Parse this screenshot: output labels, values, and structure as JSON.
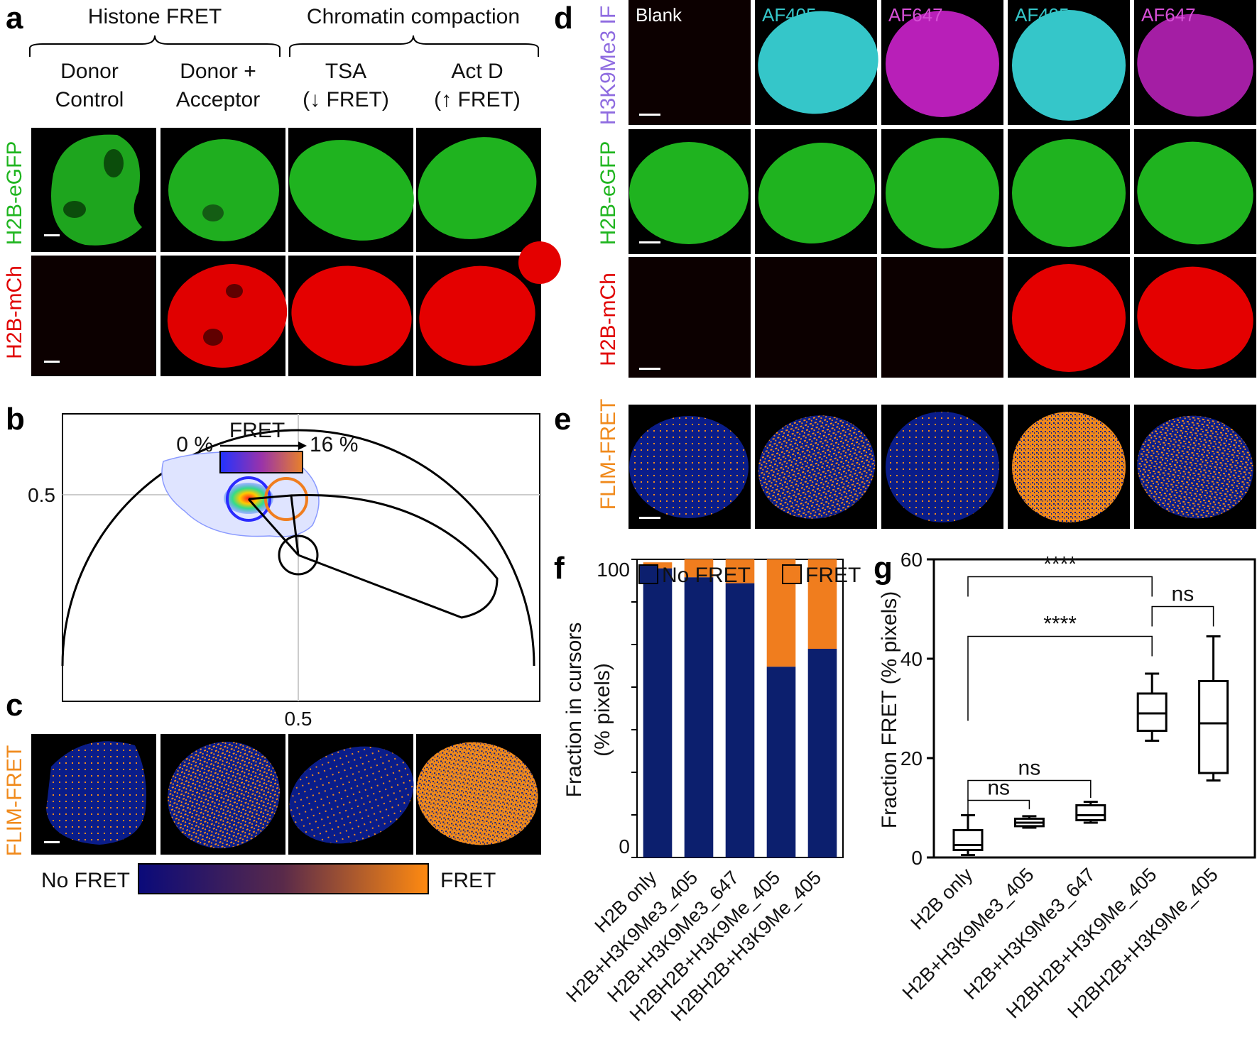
{
  "panels": {
    "a": "a",
    "b": "b",
    "c": "c",
    "d": "d",
    "e": "e",
    "f": "f",
    "g": "g"
  },
  "colors": {
    "green": "#1fb51f",
    "red": "#e00000",
    "cyan": "#35c6c9",
    "magenta": "#b81fb8",
    "purple": "#8e6be0",
    "orange": "#f07d1e",
    "navy": "#0c1f6e",
    "blank": "#0c0000"
  },
  "panel_a": {
    "groups": [
      "Histone FRET",
      "Chromatin compaction"
    ],
    "columns": [
      [
        "Donor",
        "Control"
      ],
      [
        "Donor +",
        "Acceptor"
      ],
      [
        "TSA",
        "(↓ FRET)"
      ],
      [
        "Act D",
        "(↑ FRET)"
      ]
    ],
    "rows": [
      "H2B-eGFP",
      "H2B-mCh"
    ]
  },
  "panel_b": {
    "colorbar_title": "FRET",
    "colorbar_min": "0 %",
    "colorbar_max": "16 %",
    "y_tick": "0.5",
    "x_tick": "0.5"
  },
  "panel_c": {
    "row_label": "FLIM-FRET",
    "legend_left": "No FRET",
    "legend_right": "FRET"
  },
  "panel_d": {
    "row_label": "H3K9Me3 IF",
    "col_labels": [
      "Blank",
      "AF405",
      "AF647",
      "AF405",
      "AF647"
    ],
    "rows": [
      "H2B-eGFP",
      "H2B-mCh"
    ]
  },
  "panel_e": {
    "row_label": "FLIM-FRET"
  },
  "chart_data": [
    {
      "type": "bar",
      "stacked": true,
      "ylabel": "Fraction in cursors (% pixels)",
      "ylabel_lines": [
        "Fraction in cursors",
        "(% pixels)"
      ],
      "ylim": [
        0,
        100
      ],
      "yticks": [
        "0",
        "100"
      ],
      "categories": [
        "H2B only",
        "H2B+H3K9Me3_405",
        "H2B+H3K9Me3_647",
        "H2BH2B+H3K9Me_405",
        "H2BH2B+H3K9Me_405"
      ],
      "series": [
        {
          "name": "No FRET",
          "values": [
            97,
            94,
            92,
            64,
            70
          ]
        },
        {
          "name": "FRET",
          "values": [
            2,
            6,
            8,
            36,
            30
          ]
        }
      ],
      "legend": "top"
    },
    {
      "type": "box",
      "ylabel": "Fraction FRET (% pixels)",
      "ylim": [
        0,
        60
      ],
      "yticks": [
        "0",
        "20",
        "40",
        "60"
      ],
      "categories": [
        "H2B only",
        "H2B+H3K9Me3_405",
        "H2B+H3K9Me3_647",
        "H2BH2B+H3K9Me_405",
        "H2BH2B+H3K9Me_405"
      ],
      "boxes": [
        {
          "min": 0.5,
          "q1": 1.5,
          "median": 2.5,
          "q3": 5.5,
          "max": 8.5
        },
        {
          "min": 6,
          "q1": 6.3,
          "median": 7,
          "q3": 7.8,
          "max": 8.3
        },
        {
          "min": 7,
          "q1": 7.5,
          "median": 8.5,
          "q3": 10.5,
          "max": 11.2
        },
        {
          "min": 23.5,
          "q1": 25.5,
          "median": 29,
          "q3": 33,
          "max": 37
        },
        {
          "min": 15.5,
          "q1": 17,
          "median": 27,
          "q3": 35.5,
          "max": 44.5
        }
      ],
      "brackets": [
        {
          "from": 0,
          "to": 3,
          "label": "****"
        },
        {
          "from": 3,
          "to": 4,
          "label": "ns"
        },
        {
          "from": 0,
          "to": 3,
          "label": "****"
        },
        {
          "from": 0,
          "to": 2,
          "label": "ns"
        },
        {
          "from": 0,
          "to": 1,
          "label": "ns"
        }
      ]
    }
  ]
}
